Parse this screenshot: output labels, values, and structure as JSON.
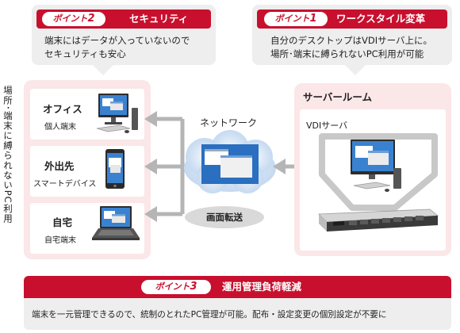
{
  "point2": {
    "badge_text": "ポイント",
    "badge_num": "2",
    "title": "セキュリティ",
    "line1": "端末にはデータが入っていないので",
    "line2": "セキュリティも安心"
  },
  "point1": {
    "badge_text": "ポイント",
    "badge_num": "1",
    "title": "ワークスタイル変革",
    "line1": "自分のデスクトップはVDIサーバ上に。",
    "line2": "場所･端末に縛られないPC利用が可能"
  },
  "point3": {
    "badge_text": "ポイント",
    "badge_num": "3",
    "title": "運用管理負荷軽減",
    "line1": "端末を一元管理できるので、統制のとれたPC管理が可能。配布・設定変更の個別設定が不要に"
  },
  "side_label": "場所･端末に縛られないPC利用",
  "devices": [
    {
      "name": "オフィス",
      "sub": "個人端末",
      "icon": "desktop-pc-icon"
    },
    {
      "name": "外出先",
      "sub": "スマートデバイス",
      "icon": "smartphone-icon"
    },
    {
      "name": "自宅",
      "sub": "自宅端末",
      "icon": "laptop-icon"
    }
  ],
  "network": {
    "label": "ネットワーク",
    "transfer_label": "画面転送"
  },
  "server_room": {
    "title": "サーバールーム",
    "vdi_label": "VDIサーバ"
  },
  "colors": {
    "brand_red": "#c8102e",
    "panel_pink": "#fbe6e8",
    "callout_gray": "#eeeeee",
    "arrow_gray": "#b5b5b5"
  }
}
